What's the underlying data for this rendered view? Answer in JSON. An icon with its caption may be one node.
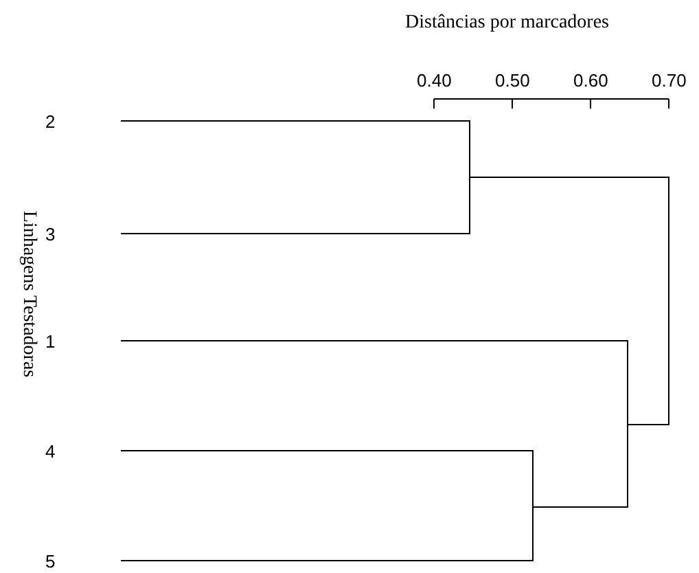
{
  "diagram": {
    "title": "Distâncias por marcadores",
    "labels": [
      "0.40",
      "0.50",
      "0.60",
      "0.70",
      "Linhagens Testadoras",
      "2",
      "3",
      "1",
      "4",
      "5"
    ]
  }
}
